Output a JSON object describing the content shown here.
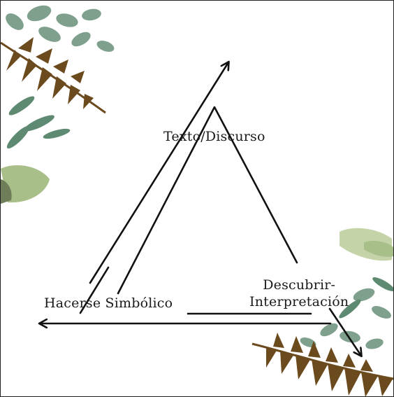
{
  "diagram": {
    "nodes": {
      "top": "Texto/Discurso",
      "left": "Hacerse Simbólico",
      "right_line1": "Descubrir-",
      "right_line2": "Interpretación"
    },
    "decoration": {
      "leaf_colors": [
        "#7fa08c",
        "#5f8a72",
        "#a9bf8a",
        "#6b4a1e",
        "#c5d3a8"
      ]
    }
  }
}
